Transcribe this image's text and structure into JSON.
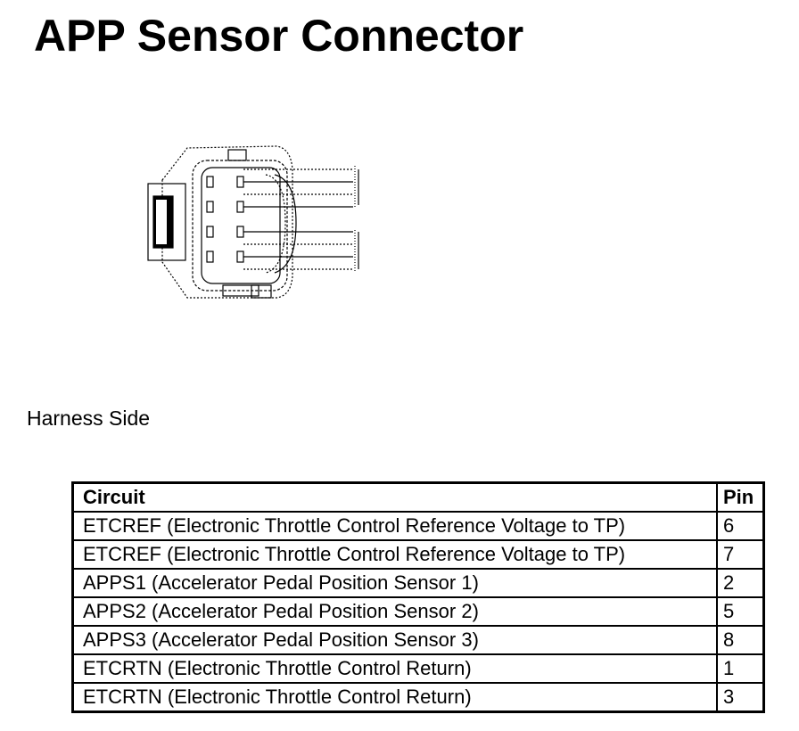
{
  "title": "APP Sensor Connector",
  "caption": "Harness Side",
  "table": {
    "headers": {
      "circuit": "Circuit",
      "pin": "Pin"
    },
    "rows": [
      {
        "circuit": "ETCREF (Electronic Throttle Control Reference Voltage to TP)",
        "pin": "6"
      },
      {
        "circuit": "ETCREF (Electronic Throttle Control Reference Voltage to TP)",
        "pin": "7"
      },
      {
        "circuit": "APPS1 (Accelerator Pedal Position Sensor 1)",
        "pin": "2"
      },
      {
        "circuit": "APPS2 (Accelerator Pedal Position Sensor 2)",
        "pin": "5"
      },
      {
        "circuit": "APPS3 (Accelerator Pedal Position Sensor 3)",
        "pin": "8"
      },
      {
        "circuit": "ETCRTN (Electronic Throttle Control Return)",
        "pin": "1"
      },
      {
        "circuit": "ETCRTN (Electronic Throttle Control Return)",
        "pin": "3"
      }
    ]
  },
  "diagram": {
    "icon": "connector-diagram-icon"
  }
}
